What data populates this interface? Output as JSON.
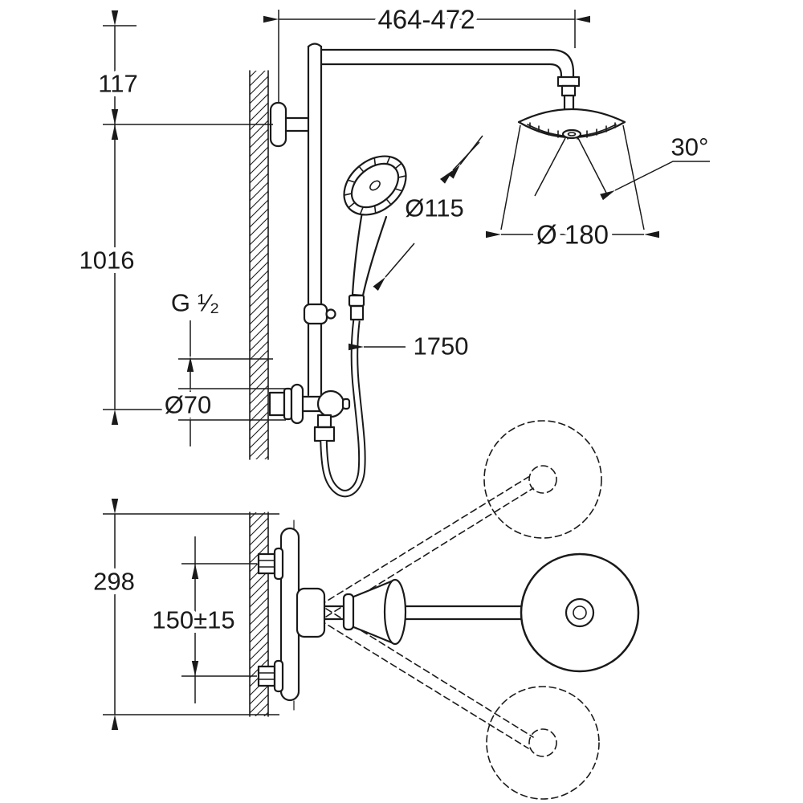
{
  "drawing": {
    "colors": {
      "line_color": "#1a1a1a",
      "background_color": "#ffffff"
    },
    "dimensions": {
      "top_width_range": "464-472",
      "head_drop": "117",
      "rail_to_valve_height": "1016",
      "thread_size": "G ¹⁄₂",
      "valve_flange_diameter": "Ø70",
      "hand_shower_diameter": "Ø115",
      "hose_length": "1750",
      "head_diameter": "Ø 180",
      "spray_angle": "30°",
      "plan_overall_height": "298",
      "inlet_spacing": "150±15"
    }
  }
}
